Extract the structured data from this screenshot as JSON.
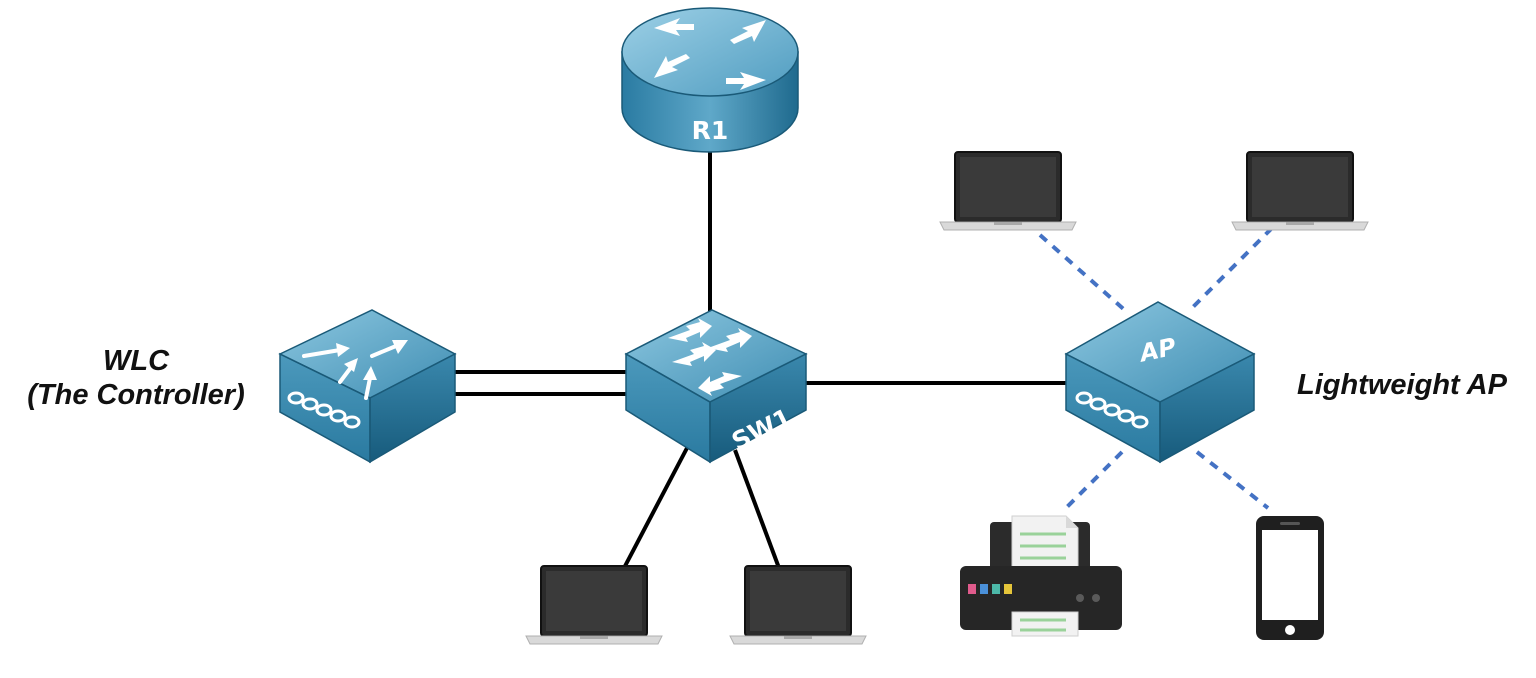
{
  "devices": {
    "router": {
      "label": "R1"
    },
    "switch": {
      "label": "SW1"
    },
    "ap": {
      "label": "AP"
    }
  },
  "labels": {
    "wlc_line1": "WLC",
    "wlc_line2": "(The Controller)",
    "lightweight_ap": "Lightweight AP"
  },
  "colors": {
    "device_top": "#5ea4c4",
    "device_side": "#1f6b8e",
    "wired_link": "#000000",
    "wireless_link": "#4472c4"
  },
  "icons": {
    "router": "router-icon",
    "switch": "multilayer-switch-icon",
    "wlc": "wireless-lan-controller-icon",
    "ap": "access-point-icon",
    "laptop": "laptop-icon",
    "printer": "printer-icon",
    "phone": "smartphone-icon"
  }
}
